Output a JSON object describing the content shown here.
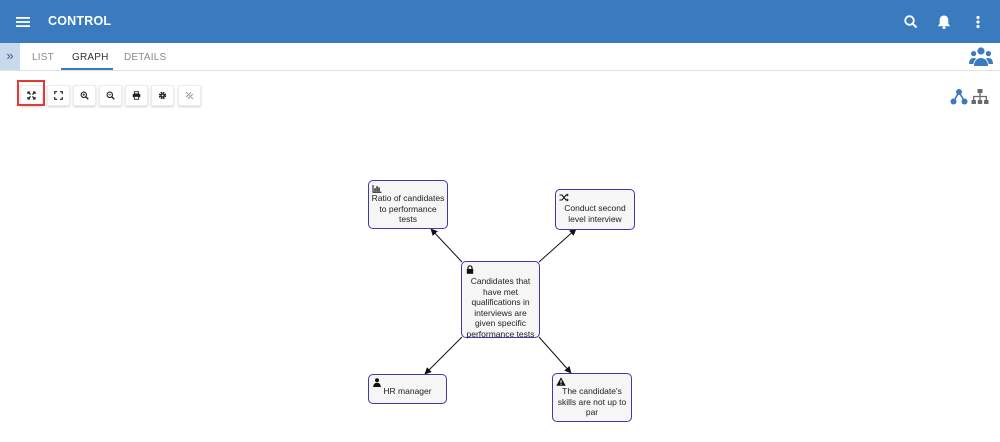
{
  "header": {
    "title": "CONTROL",
    "bg_color": "#3a7abf",
    "icons": [
      "menu-icon",
      "search-icon",
      "bell-icon",
      "more-vert-icon"
    ]
  },
  "tabs": [
    {
      "label": "LIST",
      "active": false
    },
    {
      "label": "GRAPH",
      "active": true
    },
    {
      "label": "DETAILS",
      "active": false
    }
  ],
  "toolbar": {
    "buttons": [
      "fit-to-screen-icon",
      "fullscreen-icon",
      "zoom-in-icon",
      "zoom-out-icon",
      "print-icon",
      "settings-icon",
      "unlink-icon"
    ],
    "selected": "fit-to-screen-icon",
    "highlight_color": "#e53935"
  },
  "graph": {
    "node_border_color": "#3a3aa8",
    "center": {
      "label": "Candidates that have met qualifications in interviews are given specific performance tests",
      "icon": "lock-icon"
    },
    "nodes": [
      {
        "label": "Ratio of candidates to performance tests",
        "icon": "bar-chart-icon"
      },
      {
        "label": "Conduct second level interview",
        "icon": "shuffle-icon"
      },
      {
        "label": "HR manager",
        "icon": "person-icon"
      },
      {
        "label": "The candidate's skills are not up to par",
        "icon": "warning-icon"
      }
    ]
  }
}
